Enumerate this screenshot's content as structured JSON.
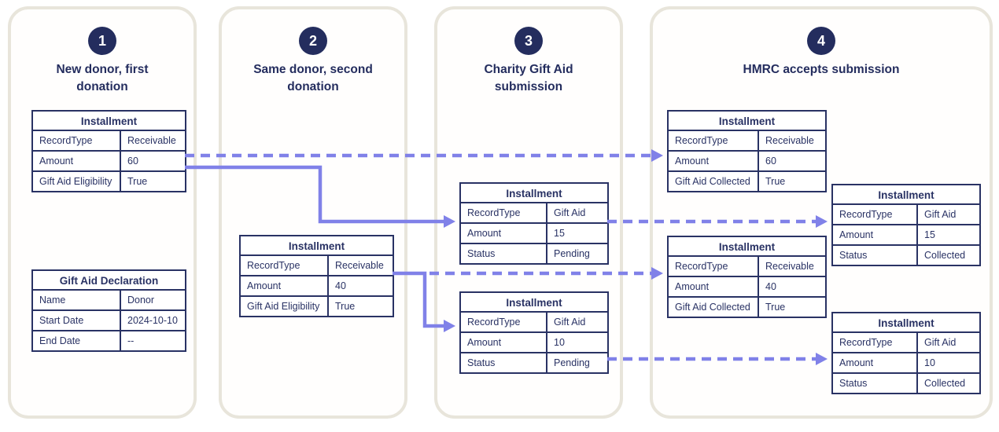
{
  "colors": {
    "navy": "#293264",
    "title_navy": "#242d5e",
    "connector_purple": "#8081e8",
    "panel_border": "#e8e5db"
  },
  "panels": [
    {
      "number": "1",
      "title_lines": [
        "New donor, first",
        "donation"
      ]
    },
    {
      "number": "2",
      "title_lines": [
        "Same donor, second",
        "donation"
      ]
    },
    {
      "number": "3",
      "title_lines": [
        "Charity Gift Aid",
        "submission"
      ]
    },
    {
      "number": "4",
      "title_lines": [
        "HMRC accepts submission"
      ]
    }
  ],
  "tables": {
    "p1_installment": {
      "title": "Installment",
      "rows": [
        [
          "RecordType",
          "Receivable"
        ],
        [
          "Amount",
          "60"
        ],
        [
          "Gift Aid Eligibility",
          "True"
        ]
      ]
    },
    "p1_declaration": {
      "title": "Gift Aid Declaration",
      "rows": [
        [
          "Name",
          "Donor"
        ],
        [
          "Start Date",
          "2024-10-10"
        ],
        [
          "End Date",
          "--"
        ]
      ]
    },
    "p2_installment": {
      "title": "Installment",
      "rows": [
        [
          "RecordType",
          "Receivable"
        ],
        [
          "Amount",
          "40"
        ],
        [
          "Gift Aid Eligibility",
          "True"
        ]
      ]
    },
    "p3_giftaid_15": {
      "title": "Installment",
      "rows": [
        [
          "RecordType",
          "Gift Aid"
        ],
        [
          "Amount",
          "15"
        ],
        [
          "Status",
          "Pending"
        ]
      ]
    },
    "p3_giftaid_10": {
      "title": "Installment",
      "rows": [
        [
          "RecordType",
          "Gift Aid"
        ],
        [
          "Amount",
          "10"
        ],
        [
          "Status",
          "Pending"
        ]
      ]
    },
    "p4_receivable_60": {
      "title": "Installment",
      "rows": [
        [
          "RecordType",
          "Receivable"
        ],
        [
          "Amount",
          "60"
        ],
        [
          "Gift Aid Collected",
          "True"
        ]
      ]
    },
    "p4_receivable_40": {
      "title": "Installment",
      "rows": [
        [
          "RecordType",
          "Receivable"
        ],
        [
          "Amount",
          "40"
        ],
        [
          "Gift Aid Collected",
          "True"
        ]
      ]
    },
    "p4_giftaid_15": {
      "title": "Installment",
      "rows": [
        [
          "RecordType",
          "Gift Aid"
        ],
        [
          "Amount",
          "15"
        ],
        [
          "Status",
          "Collected"
        ]
      ]
    },
    "p4_giftaid_10": {
      "title": "Installment",
      "rows": [
        [
          "RecordType",
          "Gift Aid"
        ],
        [
          "Amount",
          "10"
        ],
        [
          "Status",
          "Collected"
        ]
      ]
    }
  }
}
